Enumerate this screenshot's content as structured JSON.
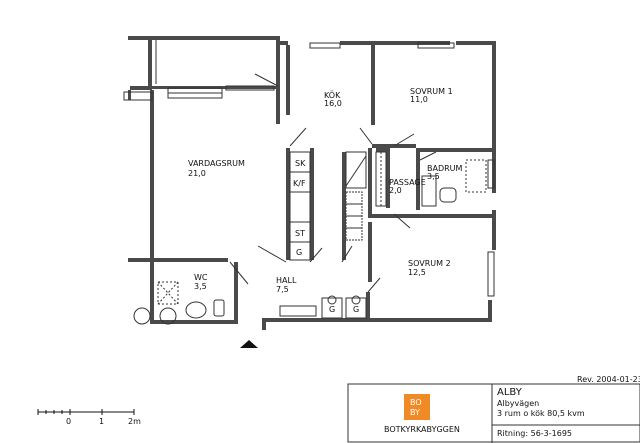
{
  "rooms": {
    "kok": {
      "name": "KÖK",
      "area": "16,0"
    },
    "sovrum1": {
      "name": "SOVRUM 1",
      "area": "11,0"
    },
    "vardagsrum": {
      "name": "VARDAGSRUM",
      "area": "21,0"
    },
    "badrum": {
      "name": "BADRUM",
      "area": "3,5"
    },
    "passage": {
      "name": "PASSAGE",
      "area": "2,0"
    },
    "wc": {
      "name": "WC",
      "area": "3,5"
    },
    "hall": {
      "name": "HALL",
      "area": "7,5"
    },
    "sovrum2": {
      "name": "SOVRUM 2",
      "area": "12,5"
    }
  },
  "fixtures": {
    "sk": "SK",
    "kf": "K/F",
    "st": "ST",
    "g1": "G",
    "g2": "G",
    "g3": "G"
  },
  "scale": {
    "t0": "0",
    "t1": "1",
    "t2": "2m"
  },
  "title_block": {
    "revision": "Rev. 2004-01-23",
    "area": "ALBY",
    "street": "Albyvägen",
    "description": "3 rum o kök 80,5 kvm",
    "drawing_no": "Ritning: 56-3-1695",
    "logo_letters": [
      "BO",
      "BY"
    ],
    "company": "BOTKYRKABYGGEN"
  },
  "colors": {
    "wall": "#4a4a4a",
    "line": "#333333",
    "logo": "#f08a24"
  }
}
